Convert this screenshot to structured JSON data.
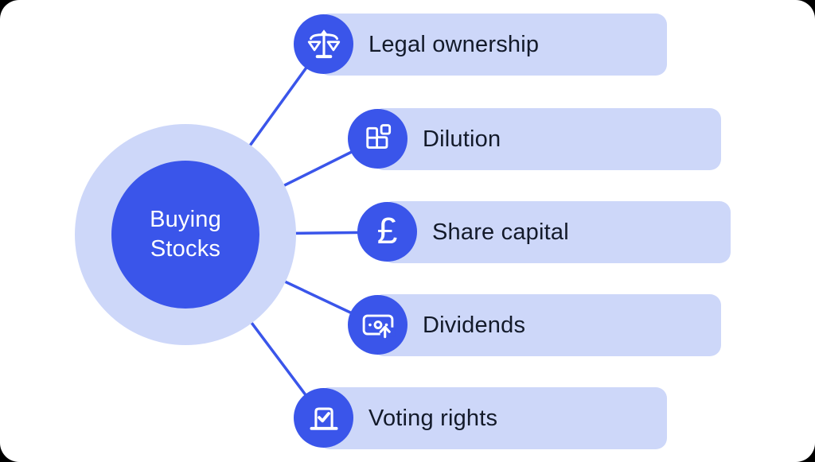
{
  "colors": {
    "blue": "#3A55EA",
    "lavender": "#CDD7F9",
    "ink": "#131A2A",
    "white": "#FFFFFF"
  },
  "hub": {
    "line1": "Buying",
    "line2": "Stocks"
  },
  "branches": [
    {
      "label": "Legal ownership",
      "icon": "scales-icon"
    },
    {
      "label": "Dilution",
      "icon": "blocks-icon"
    },
    {
      "label": "Share capital",
      "icon": "pound-icon",
      "glyph": "£"
    },
    {
      "label": "Dividends",
      "icon": "money-up-icon"
    },
    {
      "label": "Voting rights",
      "icon": "ballot-check-icon"
    }
  ]
}
